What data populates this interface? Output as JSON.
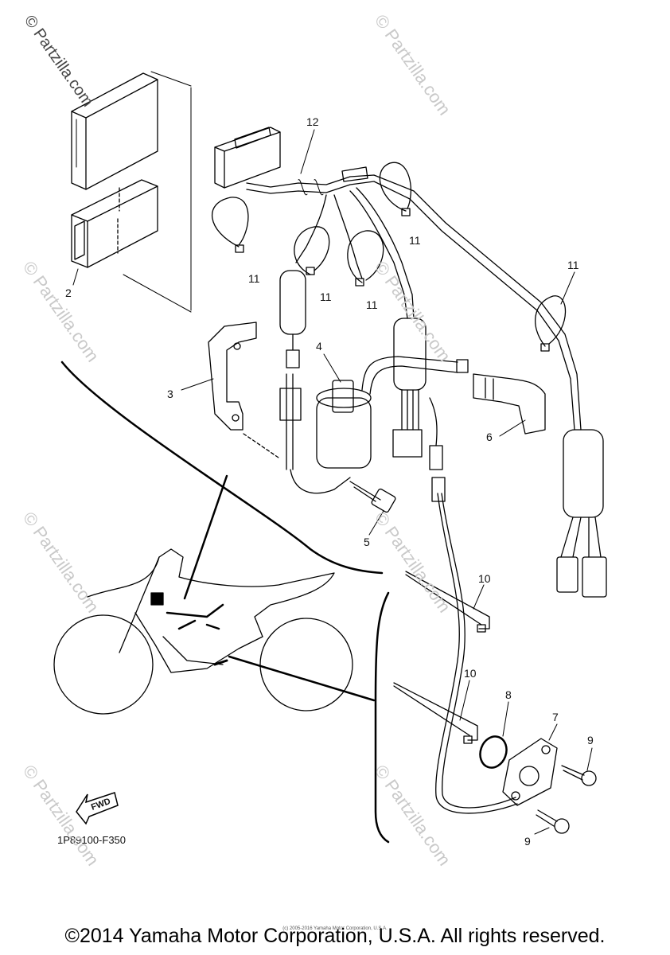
{
  "diagram": {
    "watermark": "© Partzilla.com",
    "diagram_code": "1P89100-F350",
    "fwd_label": "FWD",
    "copyright_footer": "©2014 Yamaha Motor Corporation, U.S.A. All rights reserved.",
    "copyright_note": "(c) 2005-2016 Yamaha Motor Corporation, U.S.A.",
    "callouts": [
      "12",
      "2",
      "11",
      "11",
      "11",
      "11",
      "11",
      "3",
      "4",
      "6",
      "5",
      "10",
      "10",
      "8",
      "7",
      "9",
      "9"
    ]
  }
}
